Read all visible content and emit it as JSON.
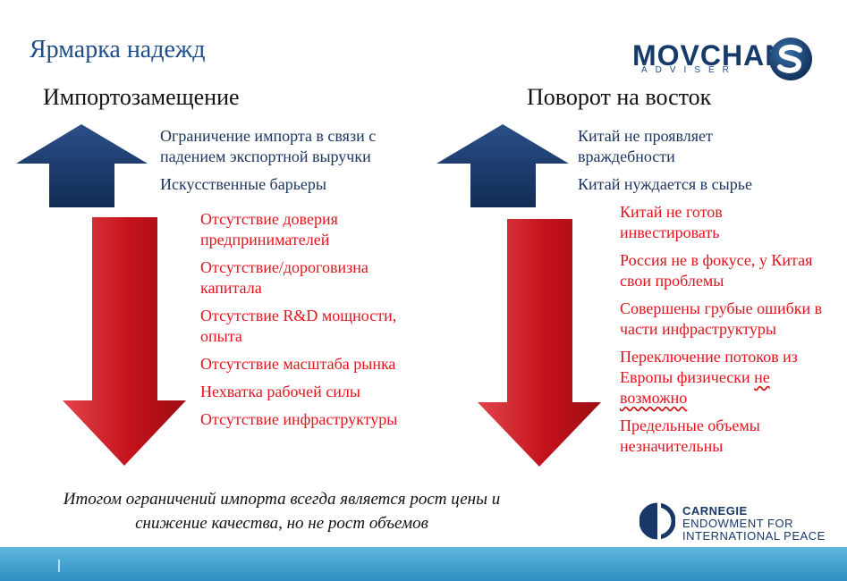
{
  "slide": {
    "title": "Ярмарка надежд",
    "conclusion_line1": "Итогом ограничений импорта всегда является рост цены и",
    "conclusion_line2": "снижение качества, но не рост объемов",
    "page_number": "|"
  },
  "left": {
    "heading": "Импортозамещение",
    "positives": [
      "Ограничение импорта в связи с падением экспортной выручки",
      "Искусственные барьеры"
    ],
    "negatives": [
      "Отсутствие доверия предпринимателей",
      "Отсутствие/дороговизна капитала",
      "Отсутствие R&D мощности, опыта",
      "Отсутствие масштаба рынка",
      "Нехватка рабочей силы",
      "Отсутствие инфраструктуры"
    ]
  },
  "right": {
    "heading": "Поворот на восток",
    "positives": [
      "Китай не проявляет враждебности",
      "Китай нуждается в сырье"
    ],
    "negatives": [
      "Китай не готов инвестировать",
      "Россия не в фокусе, у Китая свои проблемы",
      "Совершены грубые ошибки в части инфраструктуры"
    ],
    "negative_switch_prefix": "Переключение потоков из Европы физически ",
    "negative_switch_underlined": "не возможно",
    "negative_last": "Предельные объемы незначительны"
  },
  "logos": {
    "movchan_word": "MOVCHAN",
    "movchan_sub": "ADVISER",
    "carnegie_line1": "CARNEGIE",
    "carnegie_line2": "ENDOWMENT FOR",
    "carnegie_line3": "INTERNATIONAL PEACE"
  },
  "colors": {
    "title_blue": "#1f4e8a",
    "up_arrow_navy": "#1a3a6b",
    "down_arrow_red": "#c0131c",
    "negative_text_red": "#e3131d",
    "positive_text_navy": "#1c3560",
    "footer_band": "#3a9bd0"
  },
  "icons": {
    "up_arrow": "up-arrow-icon",
    "down_arrow": "down-arrow-icon",
    "brand_s": "movchan-s-icon",
    "carnegie_mark": "carnegie-mark-icon"
  }
}
